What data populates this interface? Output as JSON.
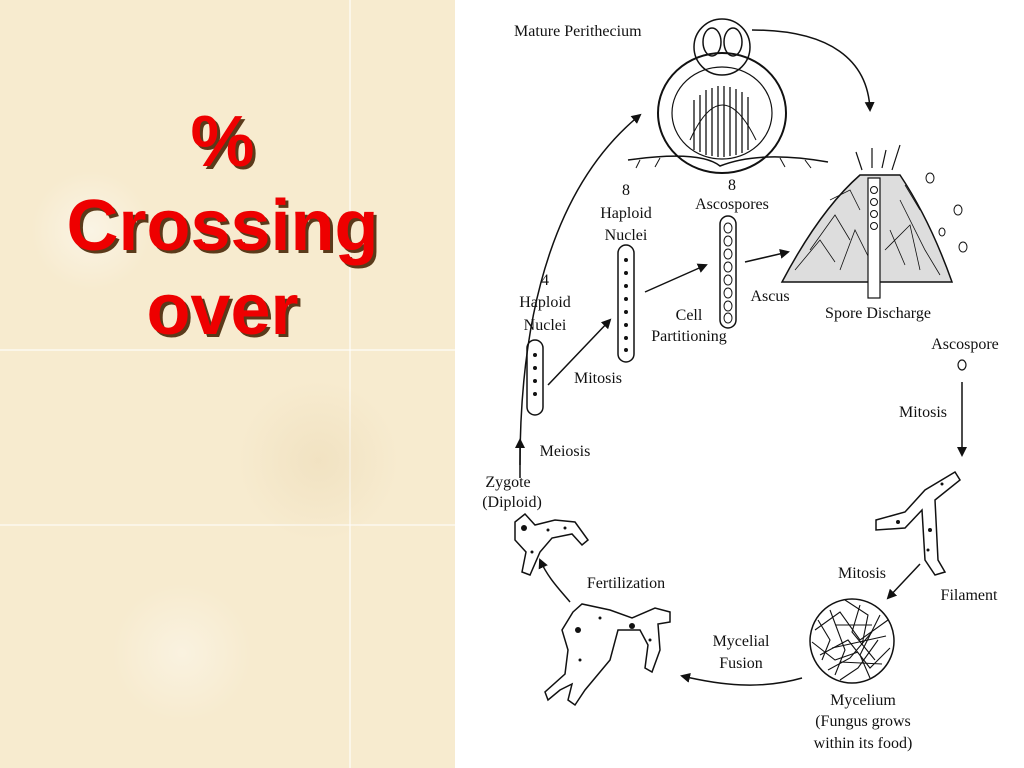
{
  "title": {
    "line1": "%",
    "line2": "Crossing",
    "line3": "over"
  },
  "diagram": {
    "labels": {
      "mature_perithecium": "Mature Perithecium",
      "eight": "8",
      "haploid": "Haploid",
      "nuclei": "Nuclei",
      "ascospores": "Ascospores",
      "four": "4",
      "ascus": "Ascus",
      "cell": "Cell",
      "partitioning": "Partitioning",
      "mitosis": "Mitosis",
      "spore_discharge": "Spore Discharge",
      "ascospore": "Ascospore",
      "meiosis": "Meiosis",
      "zygote": "Zygote",
      "diploid": "(Diploid)",
      "fertilization": "Fertilization",
      "filament": "Filament",
      "mycelial": "Mycelial",
      "fusion": "Fusion",
      "mycelium": "Mycelium",
      "fungus_grows": "(Fungus grows",
      "within_food": "within its food)"
    }
  }
}
